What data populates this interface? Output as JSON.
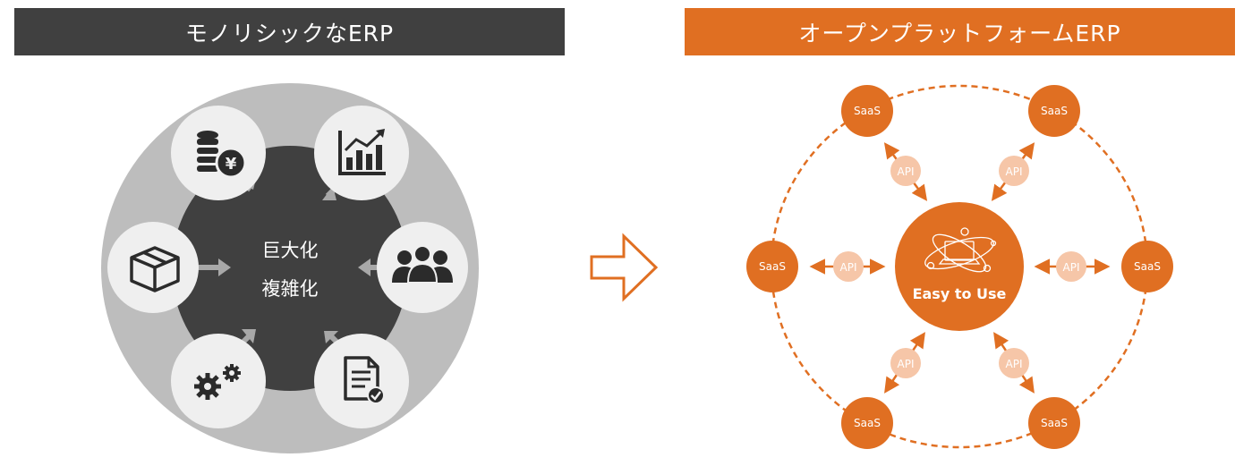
{
  "left_panel": {
    "title": "モノリシックなERP",
    "center_text_line1": "巨大化",
    "center_text_line2": "複雑化",
    "icons": [
      "coins-yen-icon",
      "bar-chart-growth-icon",
      "people-group-icon",
      "document-check-icon",
      "gears-icon",
      "box-icon"
    ]
  },
  "right_panel": {
    "title": "オープンプラットフォームERP",
    "center_label": "Easy to Use",
    "saas_label": "SaaS",
    "api_label": "API"
  },
  "colors": {
    "dark_header": "#404040",
    "orange": "#e06f22",
    "api_bubble": "#f6c6a8",
    "outer_ring": "#bdbdbd",
    "inner_dark": "#404040",
    "icon_bg": "#efefef"
  }
}
